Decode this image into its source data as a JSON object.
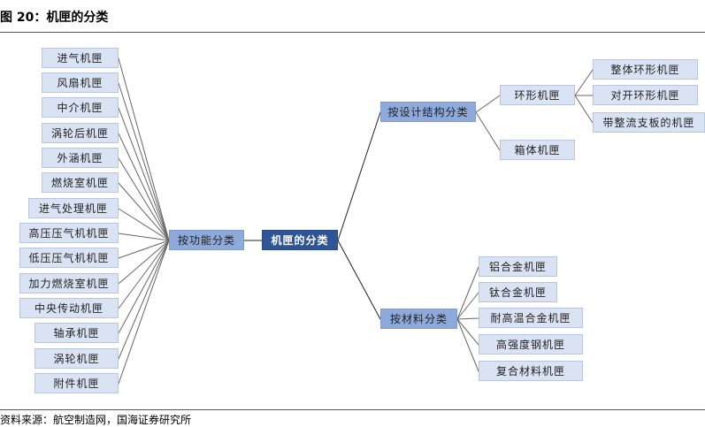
{
  "title": "图 20：机匣的分类",
  "source": "资料来源：航空制造网，国海证券研究所",
  "root": "机匣的分类",
  "by_function": {
    "label": "按功能分类",
    "items": [
      "进气机匣",
      "风扇机匣",
      "中介机匣",
      "涡轮后机匣",
      "外涵机匣",
      "燃烧室机匣",
      "进气处理机匣",
      "高压压气机机匣",
      "低压压气机机匣",
      "加力燃烧室机匣",
      "中央传动机匣",
      "轴承机匣",
      "涡轮机匣",
      "附件机匣"
    ]
  },
  "by_structure": {
    "label": "按设计结构分类",
    "ring": "环形机匣",
    "box": "箱体机匣",
    "ring_items": [
      "整体环形机匣",
      "对开环形机匣",
      "带整流支板的机匣"
    ]
  },
  "by_material": {
    "label": "按材料分类",
    "items": [
      "铝合金机匣",
      "钛合金机匣",
      "耐高温合金机匣",
      "高强度钢机匣",
      "复合材料机匣"
    ]
  }
}
